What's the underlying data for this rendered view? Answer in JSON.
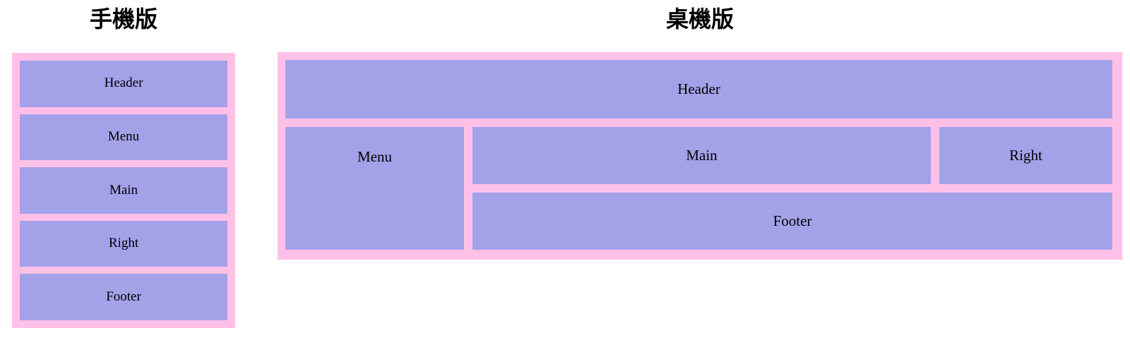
{
  "colors": {
    "container_pink": "#ffc0e8",
    "box_purple": "#a3a1e8",
    "text": "#000000",
    "page_bg": "#ffffff"
  },
  "mobile": {
    "title": "手機版",
    "boxes": [
      {
        "label": "Header"
      },
      {
        "label": "Menu"
      },
      {
        "label": "Main"
      },
      {
        "label": "Right"
      },
      {
        "label": "Footer"
      }
    ]
  },
  "desktop": {
    "title": "桌機版",
    "header_label": "Header",
    "menu_label": "Menu",
    "main_label": "Main",
    "right_label": "Right",
    "footer_label": "Footer"
  }
}
